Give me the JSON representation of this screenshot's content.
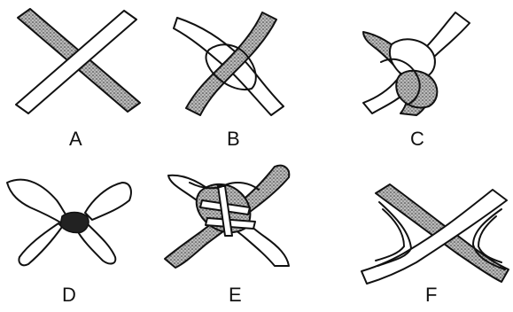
{
  "figure": {
    "panels": [
      {
        "id": "A",
        "label": "A",
        "description_key": "two-straight-crossing-fibers"
      },
      {
        "id": "B",
        "label": "B",
        "description_key": "fibers-beginning-to-swell-at-crossing"
      },
      {
        "id": "C",
        "label": "C",
        "description_key": "interlaced-knotted-junction"
      },
      {
        "id": "D",
        "label": "D",
        "description_key": "tapered-fused-junction"
      },
      {
        "id": "E",
        "label": "E",
        "description_key": "complex-woven-junction"
      },
      {
        "id": "F",
        "label": "F",
        "description_key": "fiber-with-curved-strands"
      }
    ],
    "colors": {
      "ink": "#111111",
      "stipple": "#555555",
      "background": "#ffffff"
    }
  }
}
